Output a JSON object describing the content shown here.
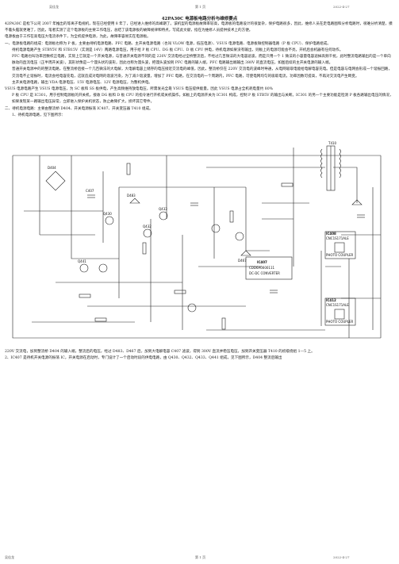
{
  "header": {
    "author": "吴佳龙",
    "page": "第 1 页",
    "date": "2022-4-27"
  },
  "footer": {
    "author": "吴佳龙",
    "page": "第 1 页",
    "date": "2022-4-27"
  },
  "doc": {
    "title": "42PA30C 电源板电路分析与维修要点",
    "paragraphs": [
      "42PA30C 是松下公司 2007 年推出的等离子电视机，现在已经使用 8 年了，已经进入维修的高峰期了。该机型的电源板故障率较高，电源板的电路设计的很复杂，保护电路很多，因此，维修人员在走电路图和分析电路时，很难分析清楚，摸不着头脑就更难了，因此，笔者实测了这个电源板的主要工作电压，总结了该电源板的故障规律和特点，写成此文献，指在为维修人员提供技术上的方便。",
      "电源板由于工作在高电压大电流条件下，为全机提供电源，为此，故障率容易实在电源板。",
      "一、电源板电路的组成：电源板也称为 P 板，主要由待机电源电路、PFC 电路、主开关电源电路（也叫 VLOW 电源，低压电源）、VSUS 电源电路、电源板微控制器电路（P 板 CPU）、保护电路组成。",
      "待机电源电路产生 STBY5V 和 STB15V（实测是 14V）两路电源电压，用于给 P 板 CPU、DG 板 CPU、D 板 CPU 供电，待机电源如果没有输出，则板上的电源可能会不亮，开机后会机器有任何动作。",
      "PFC 电路也叫功率因数校正电路，实际上它就是一个开关电源，与普通开关电源不同的是 220V 交流电经过全桥整流后，不经过几百微法的大电容滤波，而是只用一个 1 微法的小容量电容滤掉高频干扰，此时整流电路输出的是一个单向脉动的直流电压（正半周开关波），其形状像是一个馒头状的波形，因此也称为馒头波，把馒头波加到 PFC 电路的输入端，PFC 电路输出端输出 380V 的直流电压，如图后续的主开关电源的输入端。",
      "普通开关电源中的的整流电路，在整流桥后接一个几百微法的大电解，大电解电容上储存的电压接近交流电的峰值，因此，整流桥仅在 220V 交流电的波峰时导通，从电网吸取电能给电解电容充电。但是电容与电网会形成一个谐振回路，交流电不止谐振时，电流会经电容充电，这就造成对电网的谐波污染，为了减少谐波量，增加了 PFC 电路，在交流电的一个周期内，PFC 电路，可使电网均匀的吸取电流，功率因数可提高，不再对交流电产生畸变。",
      "主开关电源电路，输出 VDA 电源电压、15V 电源电压、12V 电源电压，为整机供电。",
      "VSUS 电源电路产生 VSUS 电源电压，为 SC 板和 SS 板供电，产生高频维持放电电压，所需发光全靠 VSUS 电压提供能量。因此 VSUS 电源占全机耗电量约 80%",
      "P 板 CPU 是 IC301，用于控制电源板的开关机，接收 DG 板和 D 板 CPU 的指令进行开机或关机操作。如板上的电源开关为 IC301 构成，控制 P 板 STB5V 的输出与关断。IC301 的另一个主要功能是检测 P 板各路输出电压的情况，如果发现某一路输出电压异常，立即进入保护关机状态，防止故障扩大，损坏其它零件。",
      "二、待机电源电路：主要由整流桥 D404、开关电源振荡 IC407、开关变压器 T410 组成。",
      "1、待机电源电路，见下图所示："
    ],
    "bottom": [
      "220V 交流电，加到整流桥 D404 的输入端，整流后的电压，经过 D483、D467 后，加到大电解电容 C407 滤波，得到 300V 直流并稳压电压，加到开关变压器 T410 的初级绕组 1—5 上。",
      "2、IC407 是待机开关电源的振荡 IC，开关电源在启动时，专门设计了一个启动时段的供电电路，由 Q430、Q432、Q433、Q441 组成，见下图所示，D404 整流后输出"
    ]
  },
  "schematic": {
    "labels": {
      "t410": "T410",
      "ic407_name": "IC407",
      "ic407_part": "CDD6A0000111",
      "ic407_desc": "DC-DC CONVERTER",
      "ic408_name": "IC408",
      "ic408_part": "CNC1S171ALE",
      "ic408_desc": "PHOTO COUPLER",
      "ic412_name": "IC412",
      "ic412_part": "CNC1S171ALE",
      "ic412_desc": "PHOTO COUPLER",
      "d404": "D404",
      "c407": "C407",
      "q430": "Q430",
      "q432": "Q432",
      "q433": "Q433",
      "q441": "Q441",
      "d483": "D483",
      "d467": "D467"
    }
  }
}
